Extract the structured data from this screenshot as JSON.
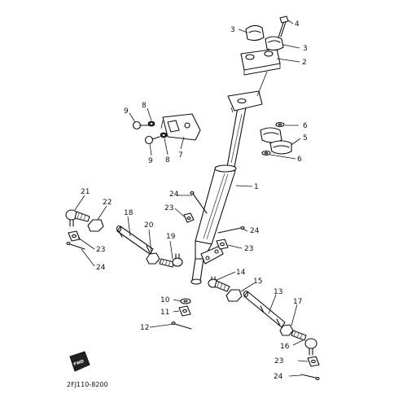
{
  "diagram_code": "2FJ110-8200",
  "direction_badge": "FWD",
  "callouts": [
    {
      "id": "c4",
      "text": "4"
    },
    {
      "id": "c3a",
      "text": "3"
    },
    {
      "id": "c3b",
      "text": "3"
    },
    {
      "id": "c2",
      "text": "2"
    },
    {
      "id": "c8a",
      "text": "8"
    },
    {
      "id": "c9a",
      "text": "9"
    },
    {
      "id": "c7",
      "text": "7"
    },
    {
      "id": "c9b",
      "text": "9"
    },
    {
      "id": "c8b",
      "text": "8"
    },
    {
      "id": "c6a",
      "text": "6"
    },
    {
      "id": "c5",
      "text": "5"
    },
    {
      "id": "c6b",
      "text": "6"
    },
    {
      "id": "c1",
      "text": "1"
    },
    {
      "id": "c24a",
      "text": "24"
    },
    {
      "id": "c23a",
      "text": "23"
    },
    {
      "id": "c24b",
      "text": "24"
    },
    {
      "id": "c23b",
      "text": "23"
    },
    {
      "id": "c21",
      "text": "21"
    },
    {
      "id": "c22",
      "text": "22"
    },
    {
      "id": "c18",
      "text": "18"
    },
    {
      "id": "c20",
      "text": "20"
    },
    {
      "id": "c19",
      "text": "19"
    },
    {
      "id": "c23c",
      "text": "23"
    },
    {
      "id": "c24c",
      "text": "24"
    },
    {
      "id": "c14",
      "text": "14"
    },
    {
      "id": "c15",
      "text": "15"
    },
    {
      "id": "c13",
      "text": "13"
    },
    {
      "id": "c10",
      "text": "10"
    },
    {
      "id": "c11",
      "text": "11"
    },
    {
      "id": "c12",
      "text": "12"
    },
    {
      "id": "c17",
      "text": "17"
    },
    {
      "id": "c16",
      "text": "16"
    },
    {
      "id": "c23d",
      "text": "23"
    },
    {
      "id": "c24d",
      "text": "24"
    }
  ]
}
